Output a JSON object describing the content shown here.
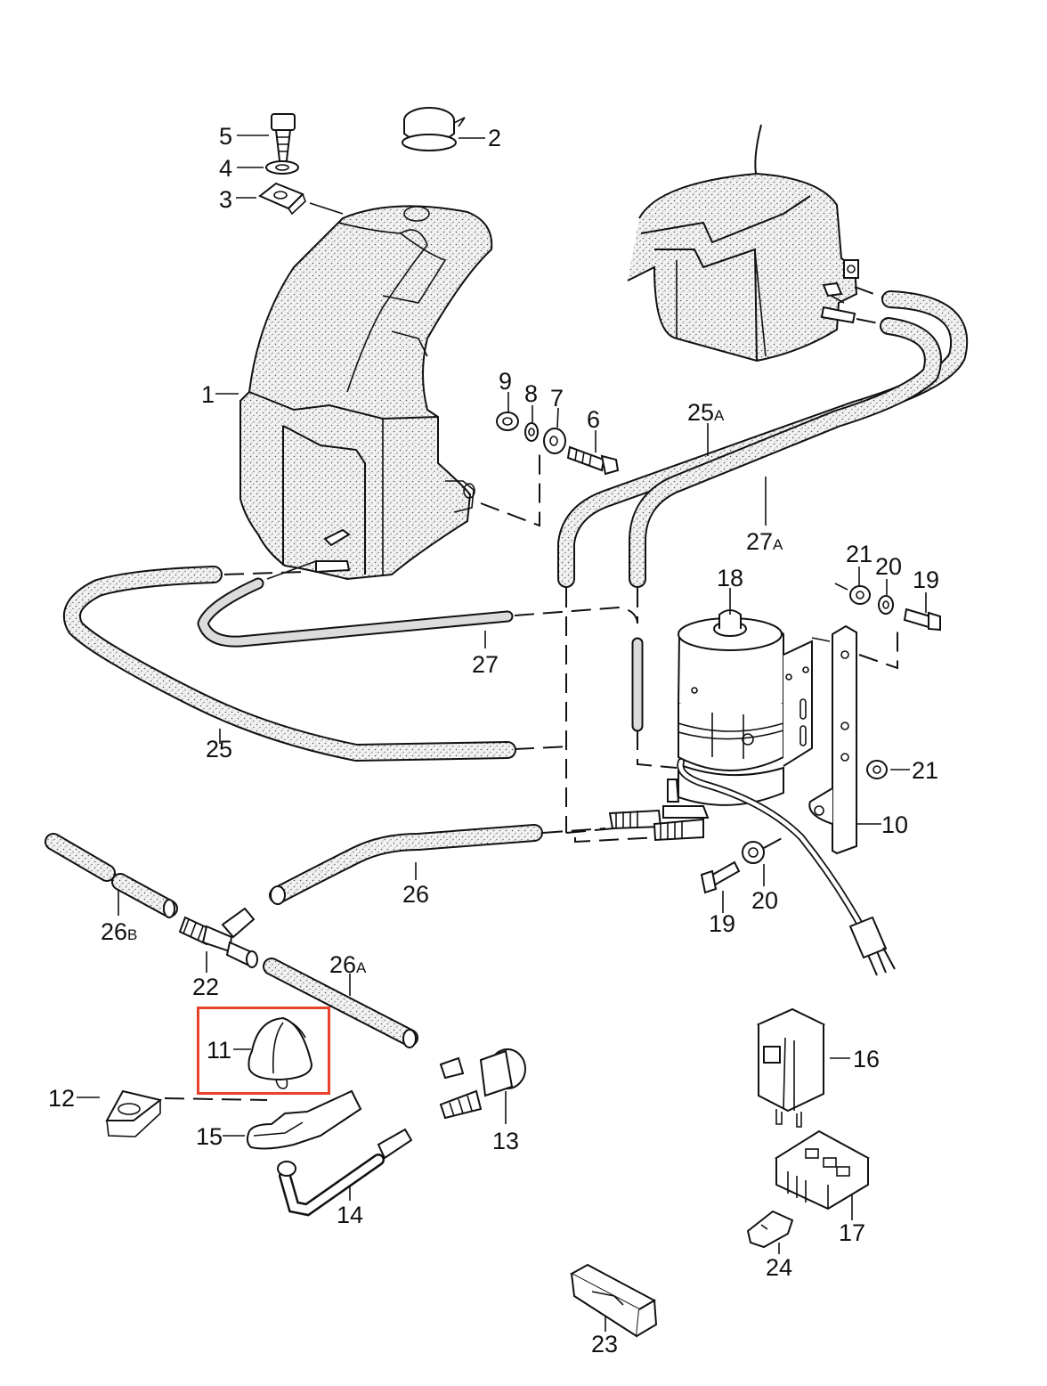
{
  "diagram": {
    "title": "Windshield / headlight washer system exploded parts diagram",
    "highlight": {
      "part": "11",
      "color": "#E8412C"
    },
    "labels": {
      "p1": "1",
      "p2": "2",
      "p3": "3",
      "p4": "4",
      "p5": "5",
      "p6": "6",
      "p7": "7",
      "p8": "8",
      "p9": "9",
      "p10": "10",
      "p11": "11",
      "p12": "12",
      "p13": "13",
      "p14": "14",
      "p15": "15",
      "p16": "16",
      "p17": "17",
      "p18": "18",
      "p19a": "19",
      "p19b": "19",
      "p20a": "20",
      "p20b": "20",
      "p21a": "21",
      "p21b": "21",
      "p22": "22",
      "p23": "23",
      "p24": "24",
      "p25": "25",
      "p25a_num": "25",
      "p25a_suffix": "A",
      "p26": "26",
      "p26a_num": "26",
      "p26a_suffix": "A",
      "p26b_num": "26",
      "p26b_suffix": "B",
      "p27": "27",
      "p27a_num": "27",
      "p27a_suffix": "A"
    },
    "parts": [
      {
        "id": "1",
        "name": "washer-fluid-reservoir"
      },
      {
        "id": "2",
        "name": "reservoir-cap"
      },
      {
        "id": "3",
        "name": "clip-nut"
      },
      {
        "id": "4",
        "name": "washer"
      },
      {
        "id": "5",
        "name": "screw"
      },
      {
        "id": "6",
        "name": "bolt"
      },
      {
        "id": "7",
        "name": "washer"
      },
      {
        "id": "8",
        "name": "lock-washer"
      },
      {
        "id": "9",
        "name": "nut"
      },
      {
        "id": "10",
        "name": "pump-bracket"
      },
      {
        "id": "11",
        "name": "nozzle-cap"
      },
      {
        "id": "12",
        "name": "nozzle-seal"
      },
      {
        "id": "13",
        "name": "check-valve"
      },
      {
        "id": "14",
        "name": "nozzle-pipe"
      },
      {
        "id": "15",
        "name": "retaining-clip"
      },
      {
        "id": "16",
        "name": "relay"
      },
      {
        "id": "17",
        "name": "relay-socket"
      },
      {
        "id": "18",
        "name": "washer-pump"
      },
      {
        "id": "19",
        "name": "bolt"
      },
      {
        "id": "20",
        "name": "washer"
      },
      {
        "id": "21",
        "name": "nut"
      },
      {
        "id": "22",
        "name": "t-connector"
      },
      {
        "id": "23",
        "name": "fuse-connector"
      },
      {
        "id": "24",
        "name": "plug-connector"
      },
      {
        "id": "25",
        "name": "hose"
      },
      {
        "id": "25A",
        "name": "hose"
      },
      {
        "id": "26",
        "name": "hose"
      },
      {
        "id": "26A",
        "name": "hose"
      },
      {
        "id": "26B",
        "name": "hose"
      },
      {
        "id": "27",
        "name": "hose"
      },
      {
        "id": "27A",
        "name": "hose"
      }
    ]
  }
}
